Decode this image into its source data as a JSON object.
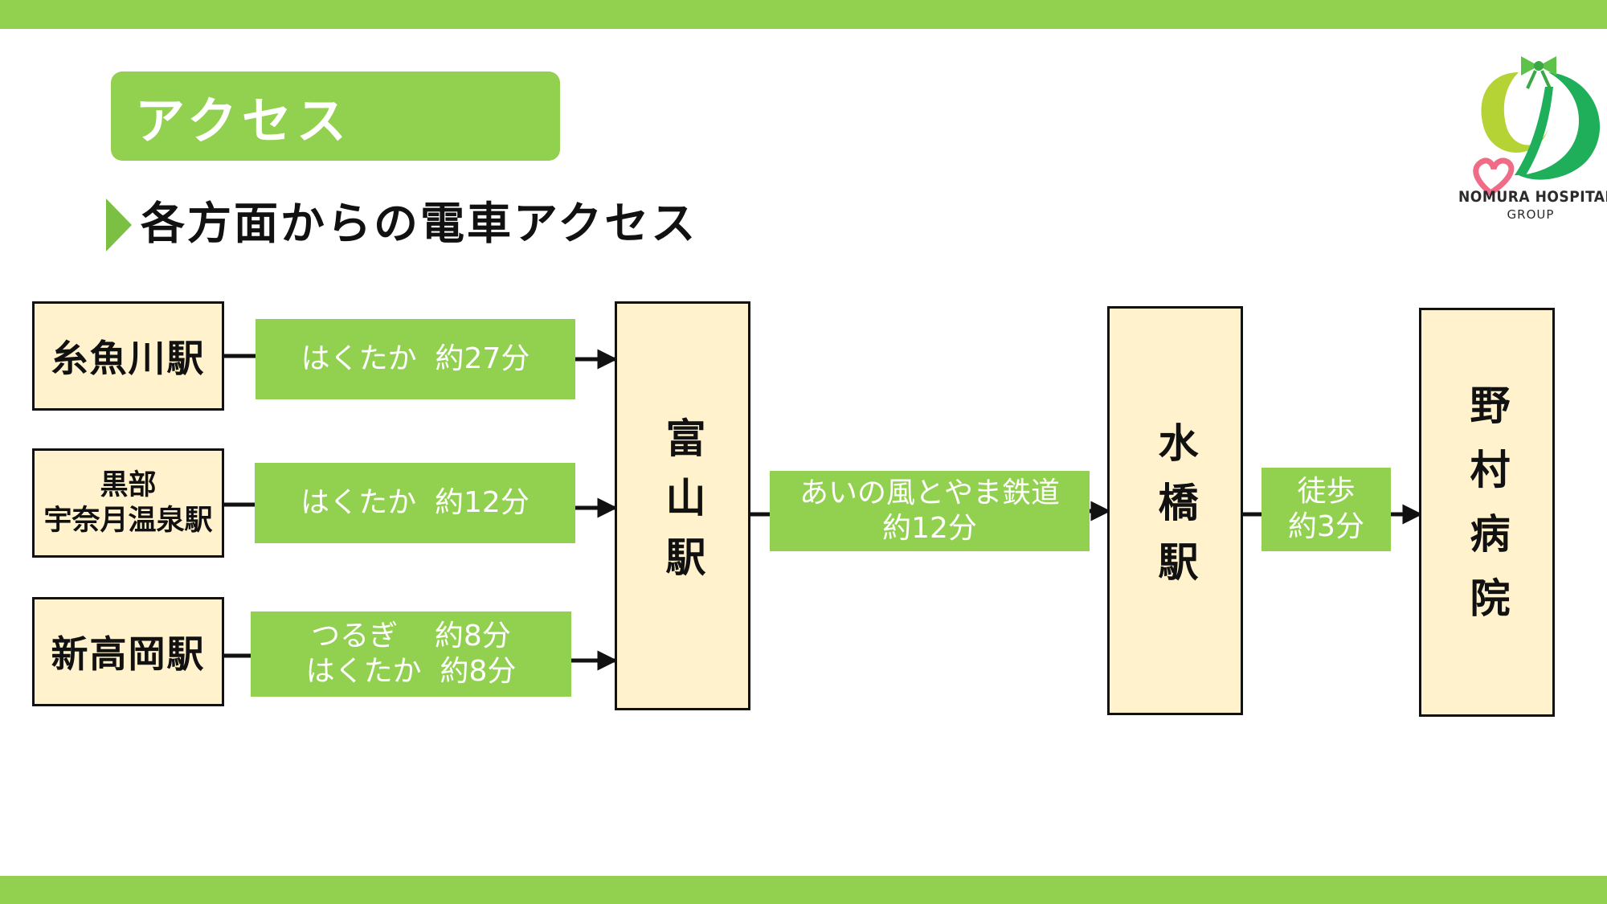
{
  "slide": {
    "section_title": "アクセス",
    "subtitle": "各方面からの電車アクセス",
    "colors": {
      "accent_green": "#92d050",
      "station_fill": "#fff2cc",
      "line": "#111111",
      "logo_green": "#1fae5a",
      "logo_lime": "#b5d334",
      "logo_pink": "#f06b86"
    }
  },
  "logo": {
    "name": "NOMURA HOSPITAL",
    "group": "GROUP",
    "icon": "ribbon-heart-logo-icon"
  },
  "stations": {
    "itoigawa": "糸魚川駅",
    "kurobe_line1": "黒部",
    "kurobe_line2": "宇奈月温泉駅",
    "shintakaoka": "新高岡駅",
    "toyama": "富山駅",
    "mizuhashi": "水橋駅",
    "hospital": "野村病院"
  },
  "routes": {
    "itoigawa_toyama": "はくたか  約27分",
    "kurobe_toyama": "はくたか  約12分",
    "shintakaoka_toyama_line1": "つるぎ    約8分",
    "shintakaoka_toyama_line2": "はくたか  約8分",
    "toyama_mizuhashi_line1": "あいの風とやま鉄道",
    "toyama_mizuhashi_line2": "約12分",
    "mizuhashi_hospital_line1": "徒歩",
    "mizuhashi_hospital_line2": "約3分"
  }
}
